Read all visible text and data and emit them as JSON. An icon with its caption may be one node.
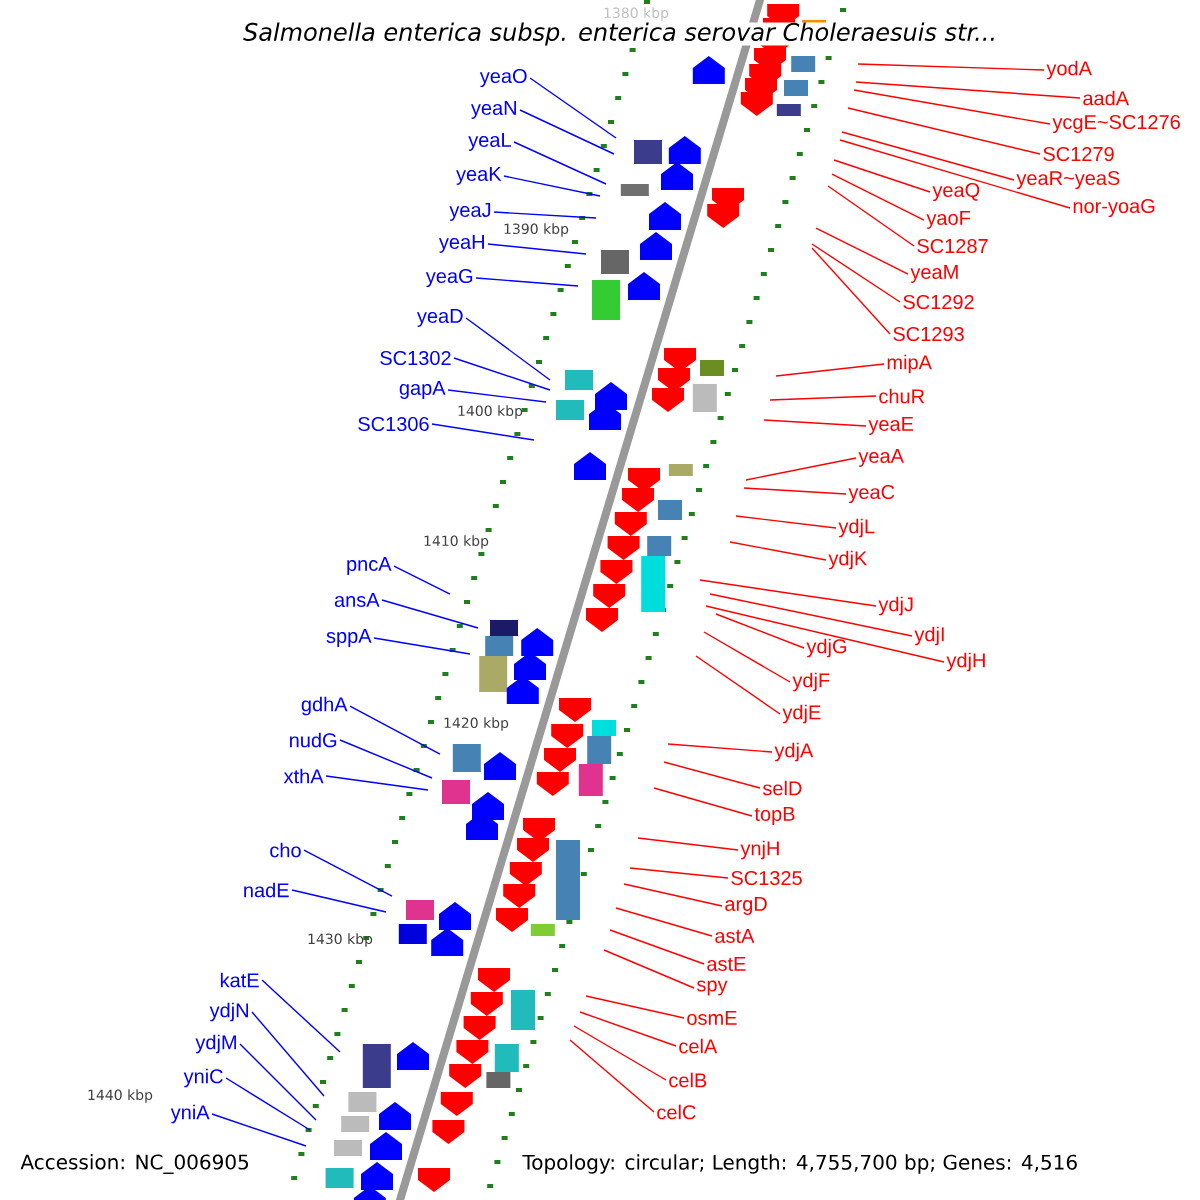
{
  "diagram": {
    "title": "Salmonella enterica subsp. enterica serovar Choleraesuis str...",
    "nodes": [
      {
        "text": [
          "yeaO"
        ]
      },
      {
        "text": [
          "yeaN"
        ]
      },
      {
        "text": [
          "yeaL"
        ]
      },
      {
        "text": [
          "yeaK"
        ]
      },
      {
        "text": [
          "yeaJ"
        ]
      },
      {
        "text": [
          "yeaH"
        ]
      },
      {
        "text": [
          "yeaG"
        ]
      },
      {
        "text": [
          "yeaD"
        ]
      },
      {
        "text": [
          "SC1302"
        ]
      },
      {
        "text": [
          "gapA"
        ]
      },
      {
        "text": [
          "SC1306"
        ]
      },
      {
        "text": [
          "pncA"
        ]
      },
      {
        "text": [
          "ansA"
        ]
      },
      {
        "text": [
          "sppA"
        ]
      },
      {
        "text": [
          "gdhA"
        ]
      },
      {
        "text": [
          "nudG"
        ]
      },
      {
        "text": [
          "xthA"
        ]
      },
      {
        "text": [
          "cho"
        ]
      },
      {
        "text": [
          "nadE"
        ]
      },
      {
        "text": [
          "katE"
        ]
      },
      {
        "text": [
          "ydjN"
        ]
      },
      {
        "text": [
          "ydjM"
        ]
      },
      {
        "text": [
          "yniC"
        ]
      },
      {
        "text": [
          "yniA"
        ]
      },
      {
        "text": [
          "yodA"
        ]
      },
      {
        "text": [
          "aadA"
        ]
      },
      {
        "text": [
          "ycgE~SC1276"
        ]
      },
      {
        "text": [
          "SC1279"
        ]
      },
      {
        "text": [
          "yeaR~yeaS"
        ]
      },
      {
        "text": [
          "nor-yoaG"
        ]
      },
      {
        "text": [
          "yeaQ"
        ]
      },
      {
        "text": [
          "yaoF"
        ]
      },
      {
        "text": [
          "SC1287"
        ]
      },
      {
        "text": [
          "yeaM"
        ]
      },
      {
        "text": [
          "SC1292"
        ]
      },
      {
        "text": [
          "SC1293"
        ]
      },
      {
        "text": [
          "mipA"
        ]
      },
      {
        "text": [
          "chuR"
        ]
      },
      {
        "text": [
          "yeaE"
        ]
      },
      {
        "text": [
          "yeaA"
        ]
      },
      {
        "text": [
          "yeaC"
        ]
      },
      {
        "text": [
          "ydjL"
        ]
      },
      {
        "text": [
          "ydjK"
        ]
      },
      {
        "text": [
          "ydjJ"
        ]
      },
      {
        "text": [
          "ydjI"
        ]
      },
      {
        "text": [
          "ydjH"
        ]
      },
      {
        "text": [
          "ydjG"
        ]
      },
      {
        "text": [
          "ydjF"
        ]
      },
      {
        "text": [
          "ydjE"
        ]
      },
      {
        "text": [
          "ydjA"
        ]
      },
      {
        "text": [
          "selD"
        ]
      },
      {
        "text": [
          "topB"
        ]
      },
      {
        "text": [
          "ynjH"
        ]
      },
      {
        "text": [
          "SC1325"
        ]
      },
      {
        "text": [
          "argD"
        ]
      },
      {
        "text": [
          "astA"
        ]
      },
      {
        "text": [
          "astE"
        ]
      },
      {
        "text": [
          "spy"
        ]
      },
      {
        "text": [
          "osmE"
        ]
      },
      {
        "text": [
          "celA"
        ]
      },
      {
        "text": [
          "celB"
        ]
      },
      {
        "text": [
          "celC"
        ]
      }
    ],
    "edges": [
      {
        "from": 0,
        "to": null,
        "arrow": "none",
        "color": "#0000ff"
      },
      {
        "from": 1,
        "to": null,
        "arrow": "none",
        "color": "#0000ff"
      },
      {
        "from": 2,
        "to": null,
        "arrow": "none",
        "color": "#0000ff"
      },
      {
        "from": 3,
        "to": null,
        "arrow": "none",
        "color": "#0000ff"
      },
      {
        "from": 4,
        "to": null,
        "arrow": "none",
        "color": "#0000ff"
      },
      {
        "from": 5,
        "to": null,
        "arrow": "none",
        "color": "#0000ff"
      },
      {
        "from": 6,
        "to": null,
        "arrow": "none",
        "color": "#0000ff"
      },
      {
        "from": 7,
        "to": null,
        "arrow": "none",
        "color": "#0000ff"
      },
      {
        "from": 8,
        "to": null,
        "arrow": "none",
        "color": "#0000ff"
      },
      {
        "from": 9,
        "to": null,
        "arrow": "none",
        "color": "#0000ff"
      },
      {
        "from": 10,
        "to": null,
        "arrow": "none",
        "color": "#0000ff"
      },
      {
        "from": 11,
        "to": null,
        "arrow": "none",
        "color": "#0000ff"
      },
      {
        "from": 12,
        "to": null,
        "arrow": "none",
        "color": "#0000ff"
      },
      {
        "from": 13,
        "to": null,
        "arrow": "none",
        "color": "#0000ff"
      },
      {
        "from": 14,
        "to": null,
        "arrow": "none",
        "color": "#0000ff"
      },
      {
        "from": 15,
        "to": null,
        "arrow": "none",
        "color": "#0000ff"
      },
      {
        "from": 16,
        "to": null,
        "arrow": "none",
        "color": "#0000ff"
      },
      {
        "from": 17,
        "to": null,
        "arrow": "none",
        "color": "#0000ff"
      },
      {
        "from": 18,
        "to": null,
        "arrow": "none",
        "color": "#0000ff"
      },
      {
        "from": 19,
        "to": null,
        "arrow": "none",
        "color": "#0000ff"
      },
      {
        "from": 20,
        "to": null,
        "arrow": "none",
        "color": "#0000ff"
      },
      {
        "from": 21,
        "to": null,
        "arrow": "none",
        "color": "#0000ff"
      },
      {
        "from": 22,
        "to": null,
        "arrow": "none",
        "color": "#0000ff"
      },
      {
        "from": 23,
        "to": null,
        "arrow": "none",
        "color": "#0000ff"
      },
      {
        "from": 24,
        "to": null,
        "arrow": "none"
      },
      {
        "from": 25,
        "to": null,
        "arrow": "none"
      },
      {
        "from": 26,
        "to": null,
        "arrow": "none"
      },
      {
        "from": 27,
        "to": null,
        "arrow": "none"
      },
      {
        "from": 28,
        "to": null,
        "arrow": "none"
      },
      {
        "from": 29,
        "to": null,
        "arrow": "none"
      },
      {
        "from": 30,
        "to": null,
        "arrow": "none"
      },
      {
        "from": 31,
        "to": null,
        "arrow": "none"
      },
      {
        "from": 32,
        "to": null,
        "arrow": "none"
      },
      {
        "from": 33,
        "to": null,
        "arrow": "none"
      },
      {
        "from": 34,
        "to": null,
        "arrow": "none"
      },
      {
        "from": 35,
        "to": null,
        "arrow": "none"
      },
      {
        "from": 36,
        "to": null,
        "arrow": "none"
      },
      {
        "from": 37,
        "to": null,
        "arrow": "none"
      },
      {
        "from": 38,
        "to": null,
        "arrow": "none"
      },
      {
        "from": 39,
        "to": null,
        "arrow": "none"
      },
      {
        "from": 40,
        "to": null,
        "arrow": "none"
      },
      {
        "from": 41,
        "to": null,
        "arrow": "none"
      },
      {
        "from": 42,
        "to": null,
        "arrow": "none"
      },
      {
        "from": 43,
        "to": null,
        "arrow": "none"
      },
      {
        "from": 44,
        "to": null,
        "arrow": "none"
      },
      {
        "from": 45,
        "to": null,
        "arrow": "none"
      },
      {
        "from": 46,
        "to": null,
        "arrow": "none"
      },
      {
        "from": 47,
        "to": null,
        "arrow": "none"
      },
      {
        "from": 48,
        "to": null,
        "arrow": "none"
      },
      {
        "from": 49,
        "to": null,
        "arrow": "none"
      },
      {
        "from": 50,
        "to": null,
        "arrow": "none"
      },
      {
        "from": 51,
        "to": null,
        "arrow": "none"
      },
      {
        "from": 52,
        "to": null,
        "arrow": "none"
      },
      {
        "from": 53,
        "to": null,
        "arrow": "none"
      },
      {
        "from": 54,
        "to": null,
        "arrow": "none"
      },
      {
        "from": 55,
        "to": null,
        "arrow": "none"
      },
      {
        "from": 56,
        "to": null,
        "arrow": "none"
      },
      {
        "from": 57,
        "to": null,
        "arrow": "none"
      },
      {
        "from": 58,
        "to": null,
        "arrow": "none"
      },
      {
        "from": 59,
        "to": null,
        "arrow": "none"
      },
      {
        "from": 60,
        "to": null,
        "arrow": "none"
      },
      {
        "from": 61,
        "to": null,
        "arrow": "none"
      }
    ],
    "labels": [
      "1380 kbp",
      "1390 kbp",
      "1400 kbp",
      "1410 kbp",
      "1420 kbp",
      "1430 kbp",
      "1440 kbp",
      "Accession: NC_006905",
      "Topology: circular; Length: 4,755,700 bp; Genes: 4,516"
    ]
  }
}
